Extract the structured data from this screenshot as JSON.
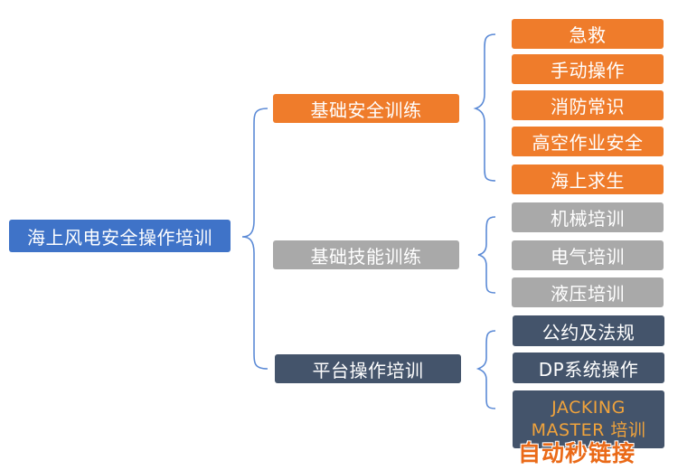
{
  "root": {
    "label": "海上风电安全操作培训"
  },
  "branches": [
    {
      "label": "基础安全训练",
      "children": [
        "急救",
        "手动操作",
        "消防常识",
        "高空作业安全",
        "海上求生"
      ]
    },
    {
      "label": "基础技能训练",
      "children": [
        "机械培训",
        "电气培训",
        "液压培训"
      ]
    },
    {
      "label": "平台操作培训",
      "children": [
        "公约及法规",
        "DP系统操作",
        "JACKING",
        "MASTER 培训"
      ]
    }
  ],
  "watermark": {
    "text": "自动秒链接"
  },
  "colors": {
    "root": "#3f73c8",
    "safety": "#ef7c2b",
    "skills": "#a9a9a9",
    "platform": "#44546b",
    "connector": "#5b8ad6",
    "jacking_text": "#f0a33c"
  }
}
